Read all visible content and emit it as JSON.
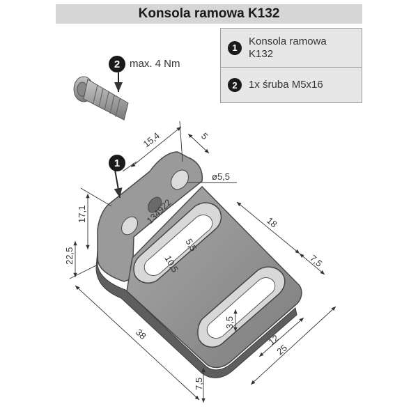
{
  "title": "Konsola ramowa K132",
  "legend": [
    {
      "num": "1",
      "text_line1": "Konsola ramowa",
      "text_line2": "K132"
    },
    {
      "num": "2",
      "text_line1": "1x śruba M5x16",
      "text_line2": ""
    }
  ],
  "callouts": {
    "screw": "2",
    "bracket": "1"
  },
  "torque_label": "max. 4 Nm",
  "part_marking": "134922",
  "dimensions": {
    "d_15_4": "15,4",
    "d_5_top": "5",
    "d_hole": "ø5,5",
    "d_17_1": "17,1",
    "d_22_5": "22,5",
    "d_38": "38",
    "d_7_5_bottom": "7,5",
    "d_18": "18",
    "d_7_5_right": "7,5",
    "d_5_5": "5,5",
    "d_10_5": "10,5",
    "d_3_5": "3,5",
    "d_12": "12",
    "d_25": "25"
  },
  "colors": {
    "part_fill": "#8c8c8c",
    "part_dark": "#5e5e5e",
    "part_light": "#b5b5b5",
    "title_bg": "#d6d6d6",
    "legend_bg": "#e7e7e7"
  }
}
